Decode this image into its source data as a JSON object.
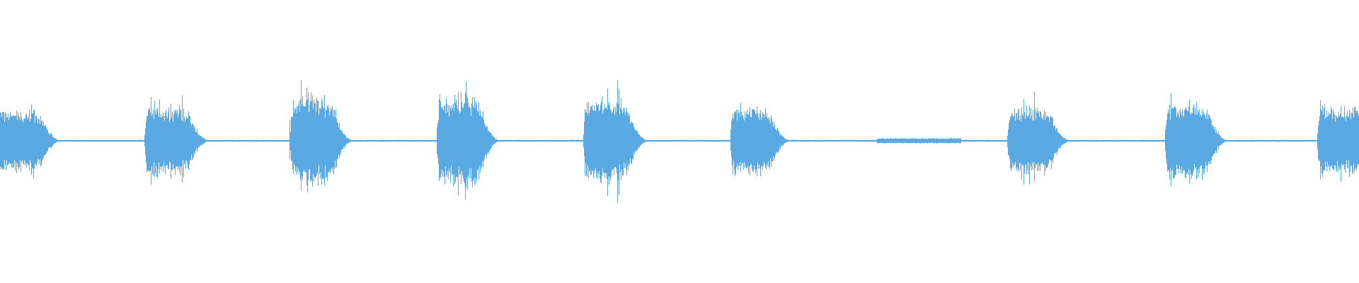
{
  "waveform": {
    "color": "#5aa9e2",
    "background": "#ffffff",
    "duration_relative": 1.0,
    "bursts": [
      {
        "start": 0.0,
        "attack": 0.0,
        "sustain": 0.03,
        "decay": 0.016,
        "peak": 0.13,
        "body": 0.085
      },
      {
        "start": 0.106,
        "attack": 0.002,
        "sustain": 0.03,
        "decay": 0.018,
        "peak": 0.16,
        "body": 0.095
      },
      {
        "start": 0.213,
        "attack": 0.002,
        "sustain": 0.03,
        "decay": 0.016,
        "peak": 0.2,
        "body": 0.12
      },
      {
        "start": 0.321,
        "attack": 0.002,
        "sustain": 0.03,
        "decay": 0.016,
        "peak": 0.21,
        "body": 0.12
      },
      {
        "start": 0.429,
        "attack": 0.002,
        "sustain": 0.03,
        "decay": 0.018,
        "peak": 0.19,
        "body": 0.11
      },
      {
        "start": 0.537,
        "attack": 0.002,
        "sustain": 0.028,
        "decay": 0.016,
        "peak": 0.15,
        "body": 0.09
      },
      {
        "start": 0.741,
        "attack": 0.002,
        "sustain": 0.03,
        "decay": 0.016,
        "peak": 0.15,
        "body": 0.09
      },
      {
        "start": 0.857,
        "attack": 0.002,
        "sustain": 0.03,
        "decay": 0.016,
        "peak": 0.19,
        "body": 0.1
      },
      {
        "start": 0.969,
        "attack": 0.002,
        "sustain": 0.031,
        "decay": 0.0,
        "peak": 0.16,
        "body": 0.09
      }
    ],
    "faint_segment": {
      "start": 0.645,
      "end": 0.707,
      "level": 0.008
    },
    "noise_floor": 0.003
  }
}
